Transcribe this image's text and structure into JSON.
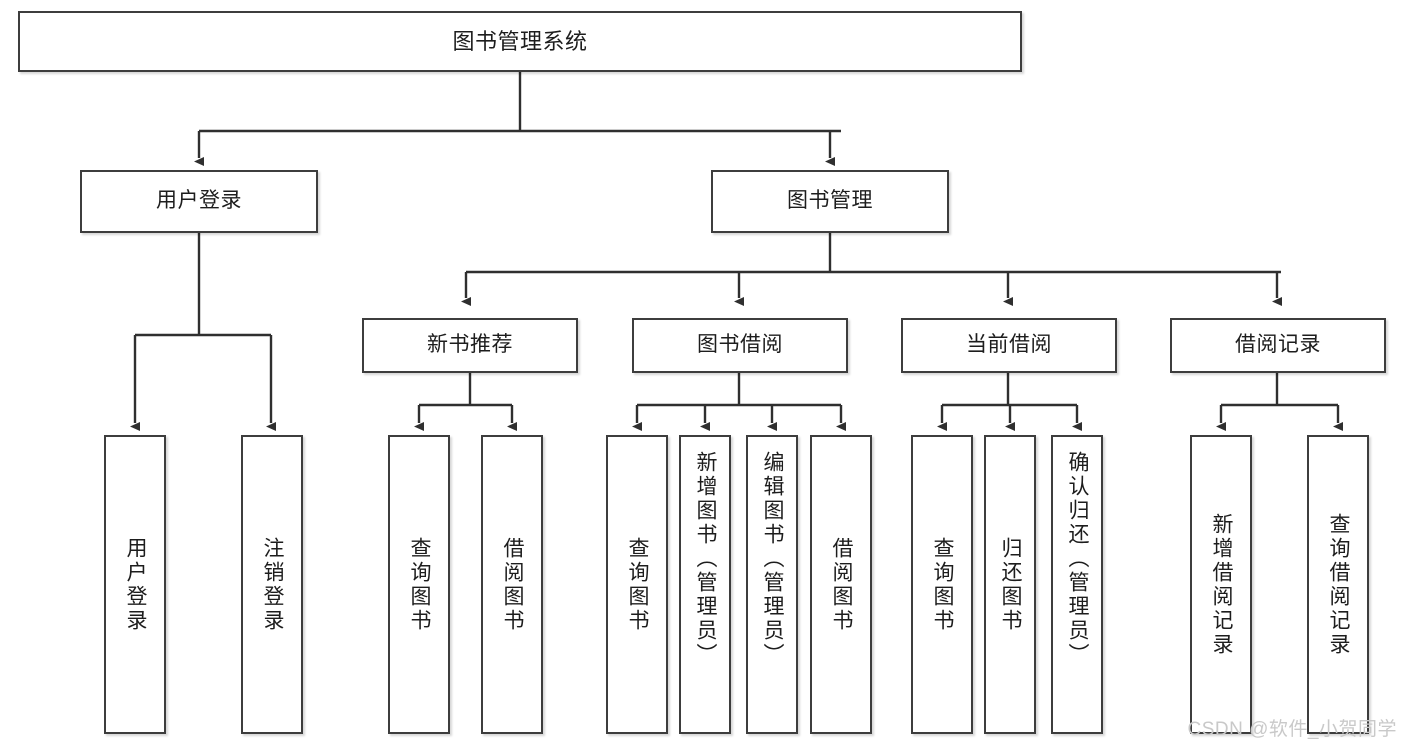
{
  "diagram": {
    "title": "图书管理系统",
    "type": "tree-hierarchy-chart",
    "colors": {
      "node_border": "#3d3d3d",
      "node_fill": "#ffffff",
      "text": "#1d1d1d",
      "connector": "#2f2f2f",
      "watermark": "#c9c9c9",
      "background": "#ffffff"
    }
  },
  "root": {
    "label": "图书管理系统"
  },
  "level2": [
    {
      "label": "用户登录"
    },
    {
      "label": "图书管理"
    }
  ],
  "level3": [
    {
      "label": "新书推荐"
    },
    {
      "label": "图书借阅"
    },
    {
      "label": "当前借阅"
    },
    {
      "label": "借阅记录"
    }
  ],
  "leaves": {
    "user_login": [
      {
        "label": "用户登录"
      },
      {
        "label": "注销登录"
      }
    ],
    "new_book_recommend": [
      {
        "label": "查询图书"
      },
      {
        "label": "借阅图书"
      }
    ],
    "book_borrow": [
      {
        "label": "查询图书"
      },
      {
        "label": "新增图书（管理员）"
      },
      {
        "label": "编辑图书（管理员）"
      },
      {
        "label": "借阅图书"
      }
    ],
    "current_borrow": [
      {
        "label": "查询图书"
      },
      {
        "label": "归还图书"
      },
      {
        "label": "确认归还（管理员）"
      }
    ],
    "borrow_record": [
      {
        "label": "新增借阅记录"
      },
      {
        "label": "查询借阅记录"
      }
    ]
  },
  "watermark": {
    "text": "CSDN @软件_小贺同学"
  }
}
